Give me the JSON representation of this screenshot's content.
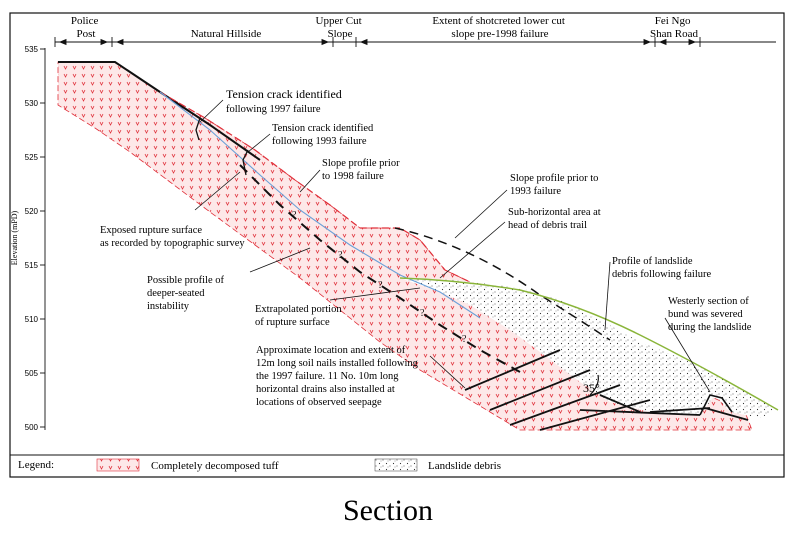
{
  "zones": {
    "police_post": [
      "Police",
      "Post"
    ],
    "natural_hillside": "Natural Hillside",
    "upper_cut_slope": [
      "Upper Cut",
      "Slope"
    ],
    "shotcreted": [
      "Extent of shotcreted lower cut",
      "slope pre-1998 failure"
    ],
    "fei_ngo": [
      "Fei Ngo",
      "Shan Road"
    ]
  },
  "axis": {
    "title": "Elevation (mPD)",
    "ticks": [
      "535",
      "530",
      "525",
      "520",
      "515",
      "510",
      "505",
      "500"
    ]
  },
  "annotations": {
    "tension_1997": [
      "Tension crack identified",
      "following 1997 failure"
    ],
    "tension_1993": [
      "Tension crack identified",
      "following 1993 failure"
    ],
    "profile_1998": [
      "Slope profile prior",
      "to 1998 failure"
    ],
    "profile_1993": [
      "Slope profile prior to",
      "1993 failure"
    ],
    "exposed_rupture": [
      "Exposed rupture surface",
      "as recorded by topographic survey"
    ],
    "sub_horizontal": [
      "Sub-horizontal area at",
      "head of debris trail"
    ],
    "deeper_seated": [
      "Possible profile of",
      "deeper-seated",
      "instability"
    ],
    "landslide_debris_profile": [
      "Profile of landslide",
      "debris following failure"
    ],
    "extrapolated": [
      "Extrapolated portion",
      "of rupture surface"
    ],
    "bund": [
      "Westerly section of",
      "bund was severed",
      "during the landslide"
    ],
    "soil_nails": [
      "Approximate location and extent of",
      "12m long soil nails installed following",
      "the 1997 failure. 11 No. 10m long",
      "horizontal drains also installed at",
      "locations of observed seepage"
    ],
    "angle": "35°"
  },
  "legend": {
    "title": "Legend:",
    "items": [
      "Completely decomposed tuff",
      "Landslide debris"
    ]
  },
  "caption": "Section",
  "colors": {
    "tuff": "#e0303a",
    "tuff_fill": "#fde5e5",
    "debris_profile": "#8ab53a",
    "rupture": "#6aa0d8"
  }
}
